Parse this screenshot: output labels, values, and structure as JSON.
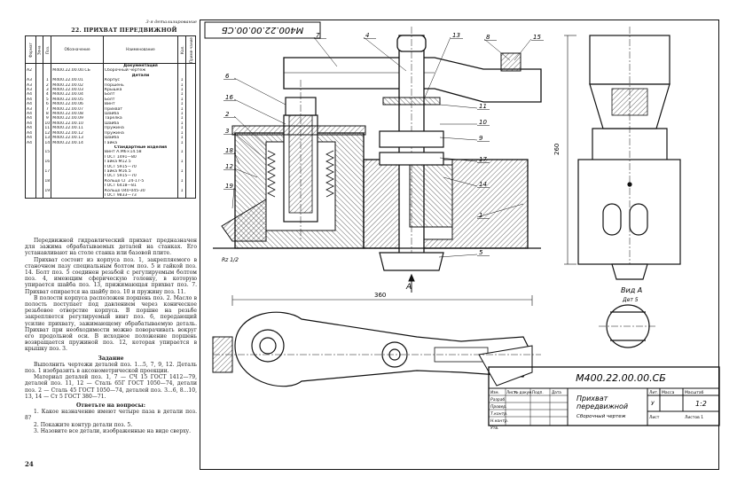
{
  "header": {
    "page_category": "3-я детализирование",
    "section_title": "22. ПРИХВАТ ПЕРЕДВИЖНОЙ"
  },
  "spec_table": {
    "headers": {
      "format": "Формат",
      "zone": "Зона",
      "pos": "Поз.",
      "designation": "Обозначение",
      "name": "Наименование",
      "qty": "Кол.",
      "note": "Приме-чание"
    },
    "rows": [
      {
        "type": "sub",
        "name": "Документация"
      },
      {
        "format": "А2",
        "pos": "",
        "designation": "М400.22.00.00.СБ",
        "name": "Сборочный чертеж",
        "qty": ""
      },
      {
        "type": "sub",
        "name": "Детали"
      },
      {
        "format": "А3",
        "pos": "1",
        "designation": "М400.22.00.01",
        "name": "Корпус",
        "qty": "1"
      },
      {
        "format": "А3",
        "pos": "2",
        "designation": "М400.22.00.02",
        "name": "Поршень",
        "qty": "1"
      },
      {
        "format": "А3",
        "pos": "3",
        "designation": "М400.22.00.03",
        "name": "Крышка",
        "qty": "1"
      },
      {
        "format": "А4",
        "pos": "4",
        "designation": "М400.22.00.04",
        "name": "Болт",
        "qty": "1"
      },
      {
        "format": "А4",
        "pos": "5",
        "designation": "М400.22.00.05",
        "name": "Болт",
        "qty": "1"
      },
      {
        "format": "А4",
        "pos": "6",
        "designation": "М400.22.00.06",
        "name": "Винт",
        "qty": "1"
      },
      {
        "format": "А3",
        "pos": "7",
        "designation": "М400.22.00.07",
        "name": "Прихват",
        "qty": "1"
      },
      {
        "format": "А4",
        "pos": "8",
        "designation": "М400.22.00.08",
        "name": "Шайба",
        "qty": "1"
      },
      {
        "format": "А4",
        "pos": "9",
        "designation": "М400.22.00.09",
        "name": "Тарелка",
        "qty": "1"
      },
      {
        "format": "А4",
        "pos": "10",
        "designation": "М400.22.00.10",
        "name": "Шайба",
        "qty": "1"
      },
      {
        "format": "А4",
        "pos": "11",
        "designation": "М400.22.00.11",
        "name": "Пружина",
        "qty": "1"
      },
      {
        "format": "А4",
        "pos": "12",
        "designation": "М400.22.00.12",
        "name": "Пружина",
        "qty": "1"
      },
      {
        "format": "А4",
        "pos": "13",
        "designation": "М400.22.00.13",
        "name": "Шайба",
        "qty": "1"
      },
      {
        "format": "А4",
        "pos": "14",
        "designation": "М400.22.00.14",
        "name": "Гайка",
        "qty": "1"
      },
      {
        "type": "sub",
        "name": "Стандартные изделия"
      },
      {
        "format": "",
        "pos": "15",
        "designation": "",
        "name": "Винт А.М6×14.58",
        "qty": "1"
      },
      {
        "format": "",
        "pos": "",
        "designation": "",
        "name": "ГОСТ 1491—80",
        "qty": ""
      },
      {
        "format": "",
        "pos": "16",
        "designation": "",
        "name": "Гайка М12.5",
        "qty": "1"
      },
      {
        "format": "",
        "pos": "",
        "designation": "",
        "name": "ГОСТ 5915—70",
        "qty": ""
      },
      {
        "format": "",
        "pos": "17",
        "designation": "",
        "name": "Гайка М16.5",
        "qty": "1"
      },
      {
        "format": "",
        "pos": "",
        "designation": "",
        "name": "ГОСТ 5915—70",
        "qty": ""
      },
      {
        "format": "",
        "pos": "18",
        "designation": "",
        "name": "Кольцо СГ 24-17-5",
        "qty": "1"
      },
      {
        "format": "",
        "pos": "",
        "designation": "",
        "name": "ГОСТ 6418—81",
        "qty": ""
      },
      {
        "format": "",
        "pos": "19",
        "designation": "",
        "name": "Кольцо 040-045-30",
        "qty": "1"
      },
      {
        "format": "",
        "pos": "",
        "designation": "",
        "name": "ГОСТ 9833—73",
        "qty": ""
      }
    ]
  },
  "body": {
    "paragraphs": [
      "Передвижной гидравлический прихват предназначен для зажима обрабатываемых деталей на станках. Его устанавливают на столе станка или базовой плите.",
      "Прихват состоит из корпуса поз. 1, закрепляемого в станочном пазу специальным болтом поз. 5 и гайкой поз. 14. Болт поз. 5 соединен резьбой с регулируемым болтом поз. 4, имеющим сферическую головку, в которую упирается шайба поз. 13, прижимающая прихват поз. 7. Прихват опирается на шайбу поз. 10 и пружину поз. 11.",
      "В полости корпуса расположен поршень поз. 2. Масло в полость поступает под давлением через коническое резьбовое отверстие корпуса. В поршне на резьбе закрепляется регулируемый винт поз. 6, передающий усилие прихвату, зажимающему обрабатываемую деталь. Прихват при необходимости можно поворачивать вокруг его продольной оси. В исходное положение поршень возвращается пружиной поз. 12, которая упирается в крышку поз. 3."
    ],
    "task_title": "Задание",
    "task_paragraphs": [
      "Выполнить чертежи деталей поз. 1...5, 7, 9, 12. Деталь поз. 1 изобразить в аксонометрической проекции.",
      "Материал деталей поз. 1, 7 — СЧ 15 ГОСТ 1412—79, деталей поз. 11, 12 — Сталь 65Г ГОСТ 1050—74, детали поз. 2 — Сталь 45 ГОСТ 1050—74, деталей поз. 3...6, 8...10, 13, 14 — Ст 5 ГОСТ 380—71."
    ],
    "questions_title": "Ответьте на вопросы:",
    "questions": [
      "1. Какое назначение имеют четыре паза в детали поз. 8?",
      "2. Покажите контур детали поз. 5.",
      "3. Назовите все детали, изображенные на виде сверху."
    ]
  },
  "page_number": "24",
  "drawing": {
    "top_code": "М400.22.00.00.СБ",
    "callouts": [
      "7",
      "4",
      "13",
      "8",
      "15",
      "6",
      "16",
      "2",
      "3",
      "18",
      "12",
      "19",
      "11",
      "10",
      "9",
      "17",
      "14",
      "1",
      "5"
    ],
    "dim_height": "260",
    "dim_length": "360",
    "section_arrow": "А",
    "view_label": "Вид А",
    "view_sub": "Дет 5",
    "roughness": "Rz 1/2"
  },
  "title_block": {
    "code": "М400.22.00.00.СБ",
    "name_line1": "Прихват",
    "name_line2": "передвижной",
    "name_line3": "Сборочный чертеж",
    "col_lit": "Лит.",
    "col_mass": "Масса",
    "col_scale": "Масштаб",
    "lit_value": "У",
    "scale_value": "1:2",
    "sheet_label": "Лист",
    "sheets_label": "Листов  1",
    "row_labels": [
      "Изм.",
      "Лист",
      "№ докум.",
      "Подп.",
      "Дата"
    ],
    "people": [
      "Разраб.",
      "Провер.",
      "Т.контр.",
      "Н.контр.",
      "Утв."
    ]
  }
}
